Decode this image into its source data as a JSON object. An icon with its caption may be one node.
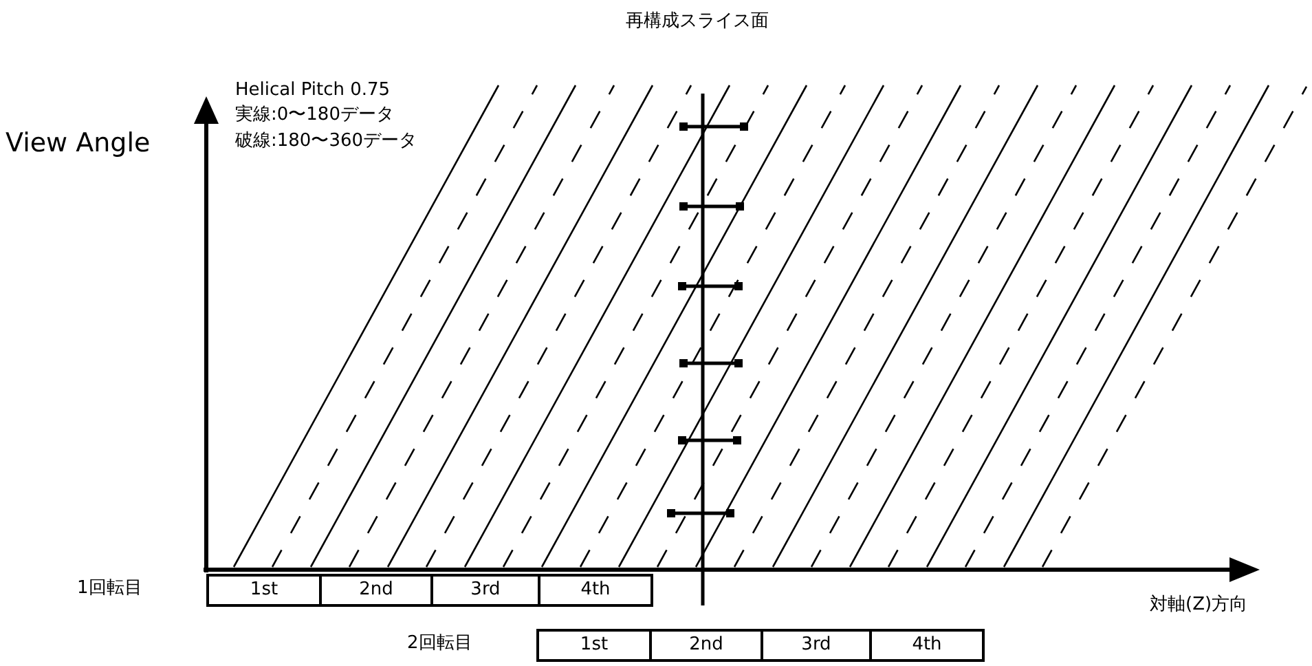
{
  "diagram": {
    "nodes": [
      {
        "text": [
          "1st"
        ]
      },
      {
        "text": [
          "2nd"
        ]
      },
      {
        "text": [
          "3rd"
        ]
      },
      {
        "text": [
          "4th"
        ]
      },
      {
        "text": [
          "1st"
        ]
      },
      {
        "text": [
          "2nd"
        ]
      },
      {
        "text": [
          "3rd"
        ]
      },
      {
        "text": [
          "4th"
        ]
      }
    ],
    "labels": [
      "再構成スライス面",
      "Helical Pitch 0.75",
      "実線:0〜180データ",
      "破線:180〜360データ",
      "View Angle",
      "1回転目",
      "対軸(Z)方向",
      "2回転目"
    ]
  }
}
